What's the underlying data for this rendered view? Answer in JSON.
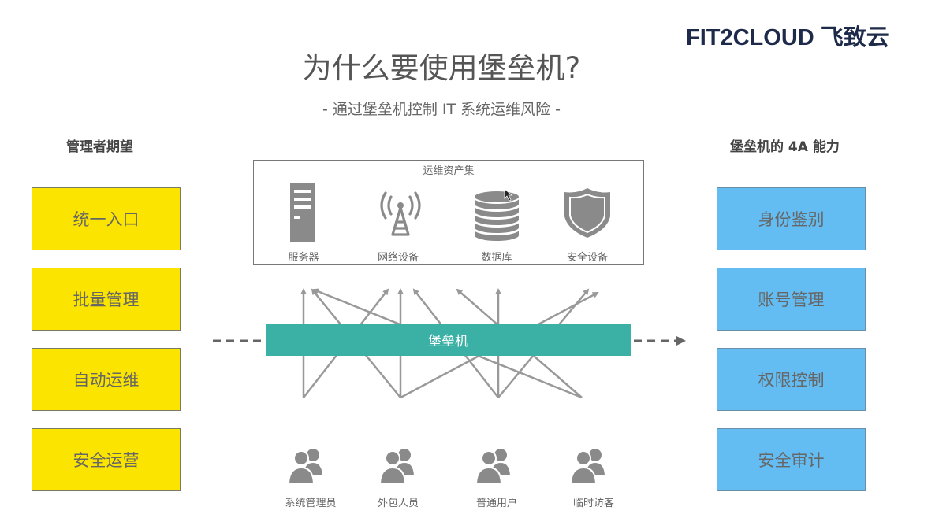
{
  "logo": "FIT2CLOUD 飞致云",
  "title": "为什么要使用堡垒机?",
  "subtitle": "- 通过堡垒机控制 IT 系统运维风险 -",
  "left_column": {
    "heading": "管理者期望",
    "items": [
      "统一入口",
      "批量管理",
      "自动运维",
      "安全运营"
    ]
  },
  "right_column": {
    "heading": "堡垒机的 4A 能力",
    "items": [
      "身份鉴别",
      "账号管理",
      "权限控制",
      "安全审计"
    ]
  },
  "assets": {
    "title": "运维资产集",
    "items": [
      {
        "label": "服务器",
        "icon": "server-icon"
      },
      {
        "label": "网络设备",
        "icon": "antenna-icon"
      },
      {
        "label": "数据库",
        "icon": "database-icon"
      },
      {
        "label": "安全设备",
        "icon": "shield-icon"
      }
    ]
  },
  "bastion_label": "堡垒机",
  "users": [
    {
      "label": "系统管理员",
      "icon": "users-icon"
    },
    {
      "label": "外包人员",
      "icon": "users-icon"
    },
    {
      "label": "普通用户",
      "icon": "users-icon"
    },
    {
      "label": "临时访客",
      "icon": "users-icon"
    }
  ],
  "colors": {
    "yellow_box": "#fbe500",
    "blue_box": "#64bdf2",
    "bastion_bar": "#3bb1a5",
    "arrow_gray": "#999999",
    "icon_gray": "#8a8a8a"
  }
}
